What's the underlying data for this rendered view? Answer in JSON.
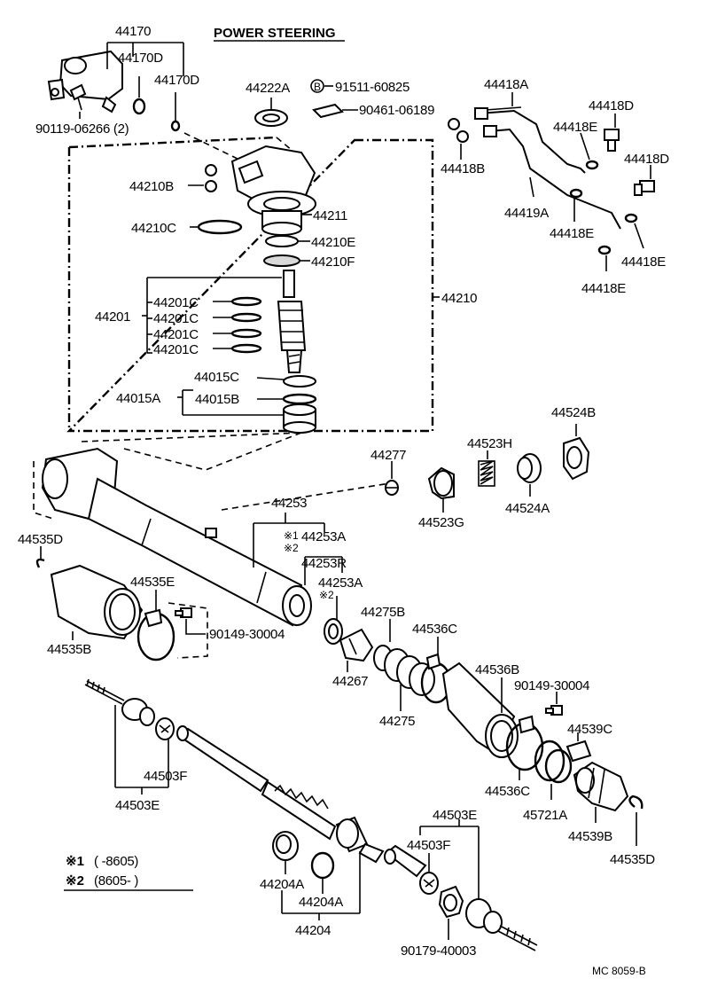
{
  "title": "POWER STEERING",
  "footer_code": "MC  8059-B",
  "legend": [
    {
      "mark": "※1",
      "text": "(      -8605)"
    },
    {
      "mark": "※2",
      "text": "(8605-      )"
    }
  ],
  "labels": {
    "p44170": "44170",
    "p44170D_a": "44170D",
    "p44170D_b": "44170D",
    "p90119": "90119-06266 (2)",
    "p44222A": "44222A",
    "p91511_mark": "B",
    "p91511": "91511-60825",
    "p90461": "90461-06189",
    "p44210B": "44210B",
    "p44211": "44211",
    "p44210C": "44210C",
    "p44210E": "44210E",
    "p44210F": "44210F",
    "p44210": "44210",
    "p44201": "44201",
    "p44201C_1": "44201C",
    "p44201C_2": "44201C",
    "p44201C_3": "44201C",
    "p44201C_4": "44201C",
    "p44015C": "44015C",
    "p44015A": "44015A",
    "p44015B": "44015B",
    "p44418A": "44418A",
    "p44418D_a": "44418D",
    "p44418E_a": "44418E",
    "p44418B": "44418B",
    "p44418D_b": "44418D",
    "p44419A": "44419A",
    "p44418E_b": "44418E",
    "p44418E_c": "44418E",
    "p44418E_d": "44418E",
    "p44524B": "44524B",
    "p44523H": "44523H",
    "p44277": "44277",
    "p44523G": "44523G",
    "p44524A": "44524A",
    "p44253": "44253",
    "p44253A_a": "44253A",
    "p44253A_mark1": "※1",
    "p44253_mark2": "※2",
    "p44253R": "44253R",
    "p44253A_b": "44253A",
    "p44253A_mark2": "※2",
    "p44535D_a": "44535D",
    "p44535E": "44535E",
    "p90149_a": "90149-30004",
    "p44535B": "44535B",
    "p44275B": "44275B",
    "p44536C_a": "44536C",
    "p44267": "44267",
    "p44536B": "44536B",
    "p90149_b": "90149-30004",
    "p44275": "44275",
    "p44539C": "44539C",
    "p44536C_b": "44536C",
    "p45721A": "45721A",
    "p44539B": "44539B",
    "p44535D_b": "44535D",
    "p44503F_a": "44503F",
    "p44503E_a": "44503E",
    "p44503E_b": "44503E",
    "p44503F_b": "44503F",
    "p44204A_a": "44204A",
    "p44204A_b": "44204A",
    "p44204": "44204",
    "p90179": "90179-40003"
  }
}
